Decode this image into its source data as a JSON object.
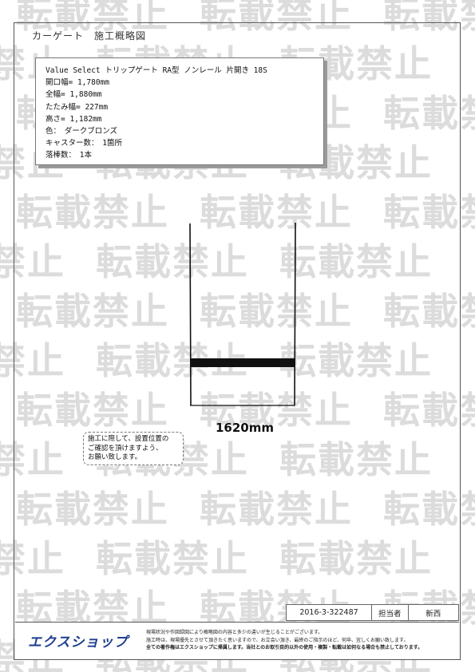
{
  "page": {
    "title": "カーゲート　施工概略図"
  },
  "watermark": {
    "text": "転載禁止"
  },
  "spec": {
    "lines": [
      "Value Select トリップゲート RA型 ノンレール 片開き 18S",
      "開口幅= 1,780mm",
      "全幅= 1,880mm",
      "たたみ幅= 227mm",
      "高さ= 1,182mm",
      "色：　ダークブロンズ",
      "キャスター数：　1箇所",
      "落棒数：　1本"
    ]
  },
  "drawing": {
    "dimension_label": "1620mm"
  },
  "note": {
    "lines": [
      "施工に際して、設置位置の",
      "ご確認を頂けますよう、",
      "お願い致します。"
    ]
  },
  "info": {
    "doc_number": "2016-3-322487",
    "person_label": "担当者",
    "person_name": "新西"
  },
  "footer": {
    "logo": "エクスショップ",
    "lines": [
      "現場状況や作図録図により概略図の内容と多少の違いが生じることがございます。",
      "施工時は、現場優先とさせて頂きたく思いますので、お立会い頂き、最終のご指示のほど、何卒、宜しくお願い致します。",
      "全ての著作権はエクスショップに帰属します。当社とのお取引目的以外の使用・複製・転載は如何なる場合も禁止しております。"
    ],
    "brand_color": "#1f3f8f"
  }
}
